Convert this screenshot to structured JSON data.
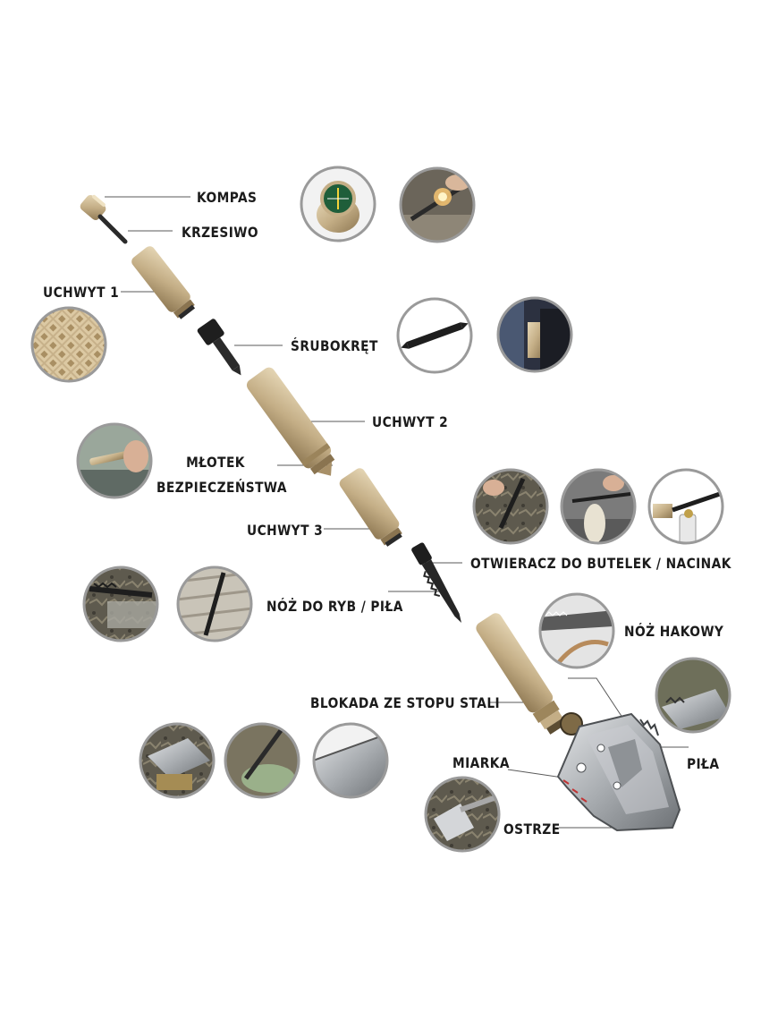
{
  "labels": {
    "kompas": "KOMPAS",
    "krzesiwo": "KRZESIWO",
    "uchwyt1": "UCHWYT 1",
    "srubokret": "ŚRUBOKRĘT",
    "uchwyt2": "UCHWYT 2",
    "mlotek_line1": "MŁOTEK",
    "mlotek_line2": "BEZPIECZEŃSTWA",
    "uchwyt3": "UCHWYT 3",
    "otwieracz": "OTWIERACZ DO BUTELEK / NACINAK",
    "noz_do_ryb": "NÓŻ DO RYB / PIŁA",
    "noz_hakowy": "NÓŻ HAKOWY",
    "blokada": "BLOKADA ZE STOPU STALI",
    "miarka": "MIARKA",
    "pila": "PIŁA",
    "ostrze": "OSTRZE"
  },
  "colors": {
    "gold": "#c9b58f",
    "gold_dark": "#8f7a55",
    "steel": "#b9bcbf",
    "black_part": "#1e1e1e",
    "line": "#555555",
    "circle_border": "#9a9a9a"
  },
  "icons": [
    "compass-photo-icon",
    "fire-starter-photo-icon",
    "grip-texture-photo-icon",
    "screwdriver-bit-photo-icon",
    "screwdriver-use-photo-icon",
    "hammer-photo-icon",
    "knife-ground-photo-icon",
    "saw-cutting-photo-icon",
    "bottle-opener-photo-icon",
    "fish-knife-photo-icon",
    "saw-wood-photo-icon",
    "hook-knife-photo-icon",
    "shovel-saw-photo-icon",
    "shovel-ground-photo-icon",
    "shovel-soil-photo-icon",
    "shovel-edge-photo-icon",
    "shovel-dig-photo-icon"
  ]
}
